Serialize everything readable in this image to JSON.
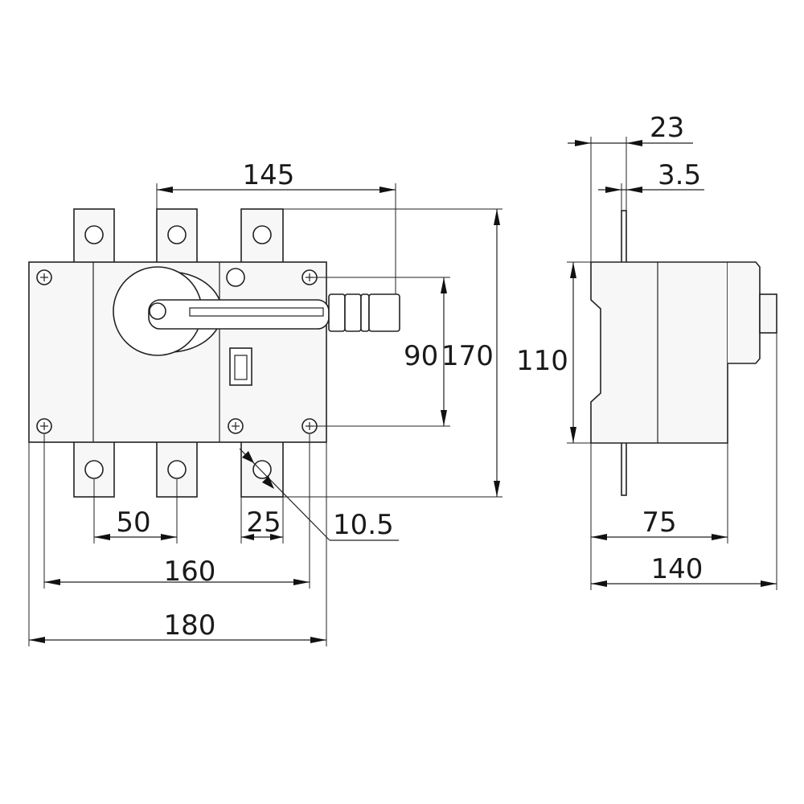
{
  "dimensions": {
    "front_handle_reach": "145",
    "front_height_inner": "90",
    "front_height_total": "170",
    "side_height": "110",
    "side_depth_23": "23",
    "side_thickness": "3.5",
    "terminal_pitch": "50",
    "terminal_width": "25",
    "hole_diameter": "10.5",
    "mounting_width": "160",
    "overall_width": "180",
    "side_75": "75",
    "side_140": "140"
  },
  "colors": {
    "line": "#222222",
    "body_fill": "#f7f7f7",
    "background": "#ffffff"
  }
}
